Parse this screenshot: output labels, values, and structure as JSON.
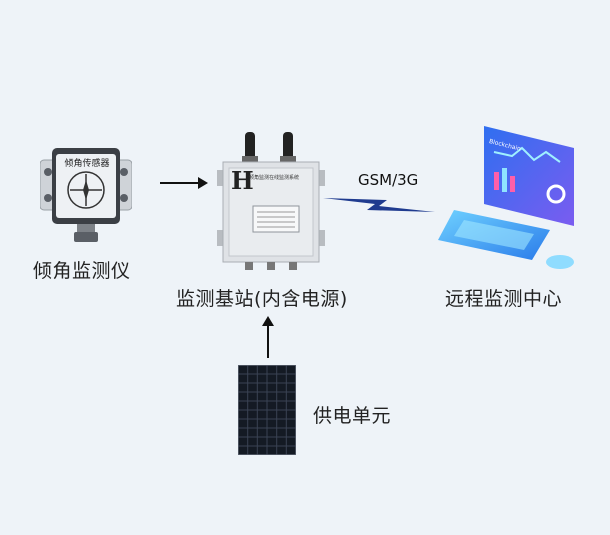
{
  "diagram": {
    "tilt_sensor": {
      "label": "倾角监测仪",
      "device_text": "倾角传感器"
    },
    "base_station": {
      "label": "监测基站(内含电源)",
      "device_header": "倾角监测在线监测系统",
      "device_logo": "H"
    },
    "remote_center": {
      "label": "远程监测中心",
      "screen_title": "Blockchain"
    },
    "power": {
      "label": "供电单元"
    },
    "link": {
      "label": "GSM/3G"
    }
  }
}
